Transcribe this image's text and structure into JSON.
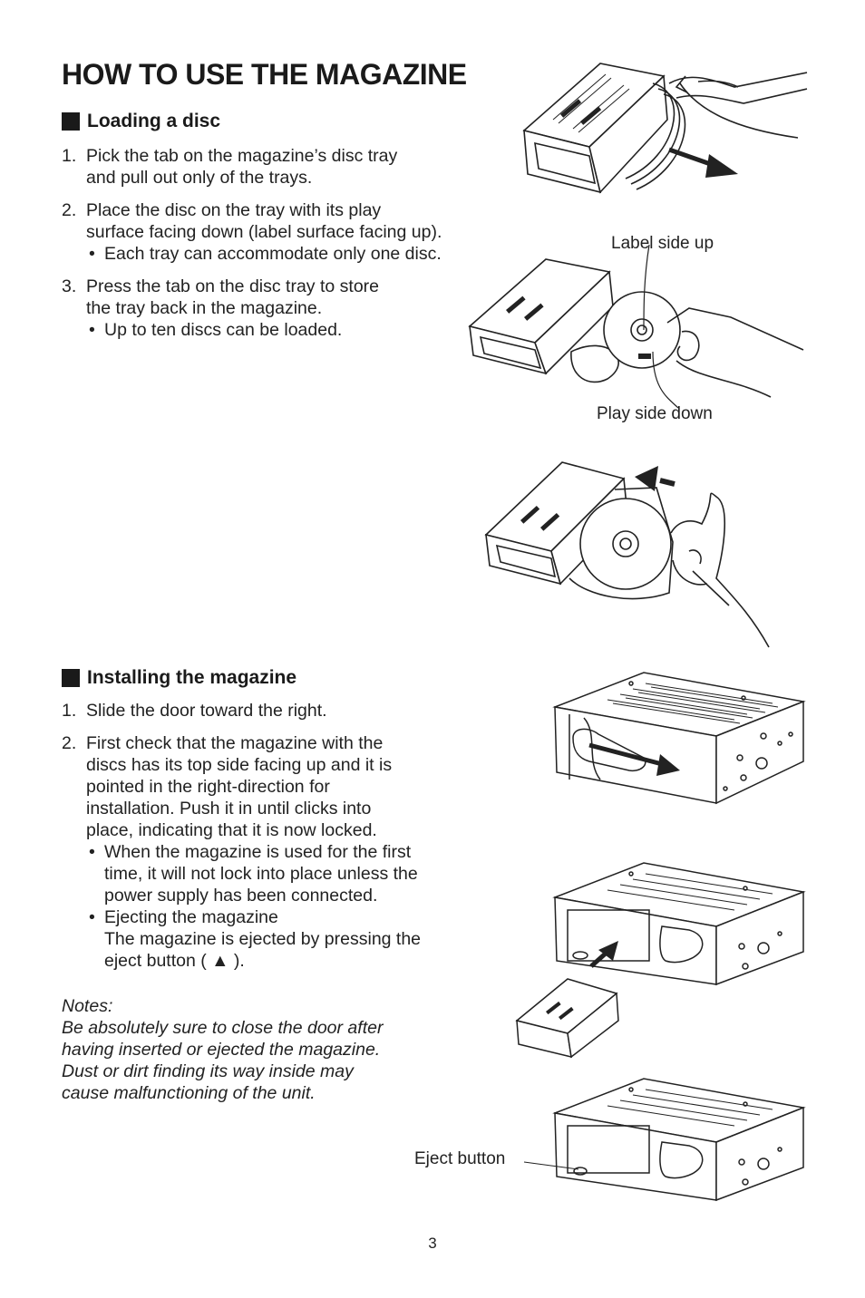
{
  "title": "HOW TO USE THE MAGAZINE",
  "loading": {
    "heading": "Loading a disc",
    "steps": [
      {
        "num": "1.",
        "lines": [
          "Pick the tab on the magazine’s disc tray",
          "and pull out only of the trays."
        ]
      },
      {
        "num": "2.",
        "lines": [
          "Place the disc on the tray with its play",
          "surface facing down (label surface facing up)."
        ],
        "bullet": [
          "Each tray can accommodate only one disc."
        ]
      },
      {
        "num": "3.",
        "lines": [
          "Press the tab on the disc tray to store",
          "the tray back in the magazine."
        ],
        "bullet": [
          "Up to ten discs can be loaded."
        ]
      }
    ],
    "label_side_up": "Label side up",
    "play_side_down": "Play side down"
  },
  "installing": {
    "heading": "Installing the magazine",
    "steps": [
      {
        "num": "1.",
        "lines": [
          "Slide the door toward the right."
        ]
      },
      {
        "num": "2.",
        "lines": [
          "First check that the magazine with the",
          "discs has its top side facing up and it is",
          "pointed in the right-direction for",
          "installation.  Push it in until clicks into",
          "place, indicating that it is now locked."
        ],
        "bullet1": [
          "When the magazine is used for the first",
          "time, it will not lock into place unless the",
          "power supply has been connected."
        ],
        "bullet2": [
          "Ejecting the magazine",
          "The magazine is ejected by pressing the",
          "eject button ( ▲ )."
        ]
      }
    ],
    "notes": [
      "Notes:",
      "Be absolutely sure to close the door after",
      "having inserted or ejected the magazine.",
      "Dust or dirt finding its way inside may",
      "cause malfunctioning of the unit."
    ],
    "eject_button": "Eject button"
  },
  "page_number": "3",
  "icons": {
    "bullet": "•",
    "arrow": "arrow-icon",
    "eject": "eject-icon"
  }
}
